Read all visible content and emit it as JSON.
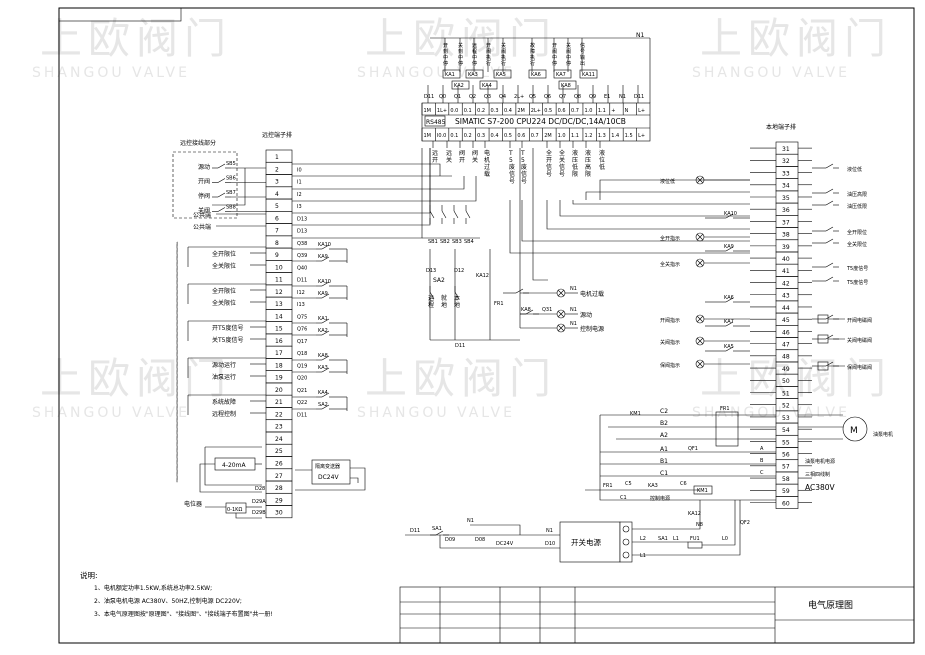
{
  "watermark": {
    "cn": "上欧阀门",
    "en": "SHANGOU VALVE"
  },
  "plc": {
    "model_line": "SIMATIC  S7-200    CPU224    DC/DC/DC,14A/10CB",
    "rs485": "RS485",
    "out_terms": [
      "1M",
      "1L+",
      "0.0",
      "0.1",
      "0.2",
      "0.3",
      "0.4",
      "2M",
      "2L+",
      "0.5",
      "0.6",
      "0.7",
      "1.0",
      "1.1",
      "+",
      "N",
      "L+"
    ],
    "in_terms": [
      "1M",
      "I0.0",
      "0.1",
      "0.2",
      "0.3",
      "0.4",
      "0.5",
      "0.6",
      "0.7",
      "2M",
      "1.0",
      "1.1",
      "1.2",
      "1.3",
      "1.4",
      "1.5",
      "L+"
    ],
    "q_labels": [
      "D11",
      "Q0",
      "Q1",
      "Q2",
      "Q3",
      "Q4",
      "2L+",
      "Q5",
      "Q6",
      "Q7",
      "Q8",
      "Q9",
      "E1",
      "N1",
      "D11"
    ],
    "top_relays": [
      "KA1",
      "KA2",
      "KA3",
      "KA4",
      "KA5",
      "KA6",
      "KA7",
      "KA8",
      "KA11"
    ],
    "top_funcs": [
      "开到中停",
      "关到中停",
      "远程中停",
      "开阀执行",
      "关阀执行",
      "故障执行",
      "开阀中停",
      "关阀中停",
      "信号输出"
    ],
    "in_funcs": [
      "远开",
      "远关",
      "阀开",
      "阀关",
      "电机过载",
      "T5废信号",
      "T5废信号",
      "全开信号",
      "全关信号",
      "液压低限",
      "液压高限",
      "液位低"
    ],
    "n1": "N1"
  },
  "remote": {
    "title": "远控接线部分",
    "terminal_title": "远控端子排",
    "terminals": [
      "1",
      "2",
      "3",
      "4",
      "5",
      "6",
      "7",
      "8",
      "9",
      "10",
      "11",
      "12",
      "13",
      "14",
      "15",
      "16",
      "17",
      "18",
      "19",
      "20",
      "21",
      "22",
      "23",
      "24",
      "25",
      "26",
      "27",
      "28",
      "29",
      "30"
    ],
    "buttons": [
      "SB5",
      "SB6",
      "SB7",
      "SB8"
    ],
    "button_labels": [
      "源动",
      "开阀",
      "停阀",
      "关阀"
    ],
    "com_labels": [
      "公共端",
      "公共端"
    ],
    "signal_groups": [
      [
        "全开限位",
        "全关限位"
      ],
      [
        "全开限位",
        "全关限位"
      ],
      [
        "开T5度信号",
        "关T5度信号"
      ],
      [
        "源动运行",
        "油泵运行"
      ],
      [
        "系统故障",
        "远程控制"
      ]
    ],
    "wire_codes": [
      "I0",
      "I1",
      "I2",
      "I3",
      "D13",
      "D13",
      "Q38",
      "Q39",
      "Q40",
      "D11",
      "I12",
      "I13",
      "Q75",
      "Q76",
      "Q17",
      "Q18",
      "Q19",
      "Q20",
      "Q21",
      "Q22",
      "D11"
    ],
    "relays_right": [
      "KA10",
      "KA9",
      "KA10",
      "KA9",
      "KA1",
      "KA2",
      "KA8",
      "KA3",
      "KA4",
      "SA2"
    ],
    "meter": "4-20mA",
    "supply_box": "隔离变送器",
    "supply_box2": "DC24V",
    "pot_label": "电位器",
    "pot_value": "0-1KΩ",
    "pot_codes": [
      "D28",
      "D29A",
      "D29B"
    ]
  },
  "local": {
    "terminal_title": "本地端子排",
    "terminals": [
      "31",
      "32",
      "33",
      "34",
      "35",
      "36",
      "37",
      "38",
      "39",
      "40",
      "41",
      "42",
      "43",
      "44",
      "45",
      "46",
      "47",
      "48",
      "49",
      "50",
      "51",
      "52",
      "53",
      "54",
      "55",
      "56",
      "57",
      "58",
      "59",
      "60"
    ],
    "labels_right": [
      "液位低",
      "油压高限",
      "油压低限",
      "全开限位",
      "全关限位",
      "T5度信号",
      "T5度信号",
      "开阀电磁阀",
      "关阀电磁阀",
      "保阀电磁阀",
      "油泵电机"
    ],
    "motor": "M",
    "motor_note": [
      "油泵电机电源",
      "三相四线制",
      "AC380V"
    ],
    "indicators": [
      "液位低",
      "全开指示",
      "全关指示",
      "开阀指示",
      "关阀指示",
      "保阀指示"
    ],
    "relays": [
      "KA10",
      "KA9",
      "KA6",
      "KA7",
      "KA5",
      "KM1",
      "FR1",
      "QF1",
      "KA3",
      "KA12",
      "FR1",
      "QF2"
    ],
    "power_box": "开关电源",
    "power_codes": [
      "N1",
      "D11",
      "SA1",
      "D09",
      "D08",
      "DC24V",
      "D10",
      "L2",
      "L1",
      "FU1",
      "L0",
      "N8"
    ]
  },
  "middle": {
    "switches": [
      "SB1",
      "SB2",
      "SB3",
      "SB4"
    ],
    "sa": "SA2",
    "labels": [
      "运程",
      "就地",
      "本地"
    ],
    "lamps": [
      "电机过载",
      "源动",
      "控制电源"
    ],
    "codes": [
      "D13",
      "D12",
      "KA12",
      "FR1",
      "KA8",
      "Q31",
      "N1",
      "N1",
      "N1"
    ]
  },
  "notes": {
    "title": "说明:",
    "lines": [
      "1、电机额定功率1.5KW,系统总功率2.5KW;",
      "2、油泵电机电源  AC380V、50HZ,控制电源  DC220V;",
      "3、本电气原理图按\"原理图\"、\"接线图\"、\"接线端子布置图\"共一册!"
    ]
  },
  "title_block": {
    "drawing_name": "电气原理图"
  }
}
